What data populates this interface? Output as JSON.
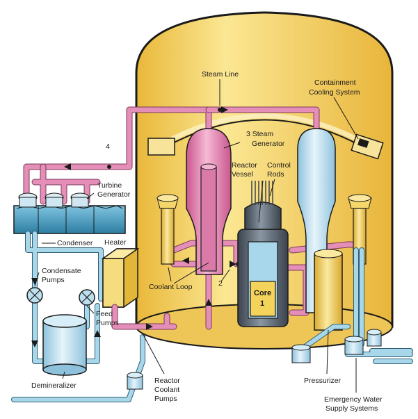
{
  "labels": {
    "steam_line": "Steam Line",
    "containment_cooling": [
      "Containment",
      "Cooling System"
    ],
    "steam_generator": [
      "3 Steam",
      "Generator"
    ],
    "reactor_vessel": [
      "Reactor",
      "Vessel"
    ],
    "control_rods": [
      "Control",
      "Rods"
    ],
    "turbine_generator": [
      "Turbine",
      "Generator"
    ],
    "condenser": "Condenser",
    "heater": "Heater",
    "condensate_pumps": [
      "Condensate",
      "Pumps"
    ],
    "feed_pumps": [
      "Feed",
      "Pumps"
    ],
    "coolant_loop": "Coolant Loop",
    "core": [
      "Core",
      "1"
    ],
    "demineralizer": "Demineralizer",
    "reactor_coolant_pumps": [
      "Reactor",
      "Coolant",
      "Pumps"
    ],
    "pressurizer": "Pressurizer",
    "emergency_water": [
      "Emergency Water",
      "Supply Systems"
    ],
    "step_2": "2",
    "step_4": "4"
  },
  "colors": {
    "containment": "#f5d66a",
    "steam_pipe": "#e58fb8",
    "water_pipe": "#a9d7ea",
    "turbine": "#4aa6c9",
    "reactor": "#4f5a66",
    "core": "#f3d35a"
  }
}
